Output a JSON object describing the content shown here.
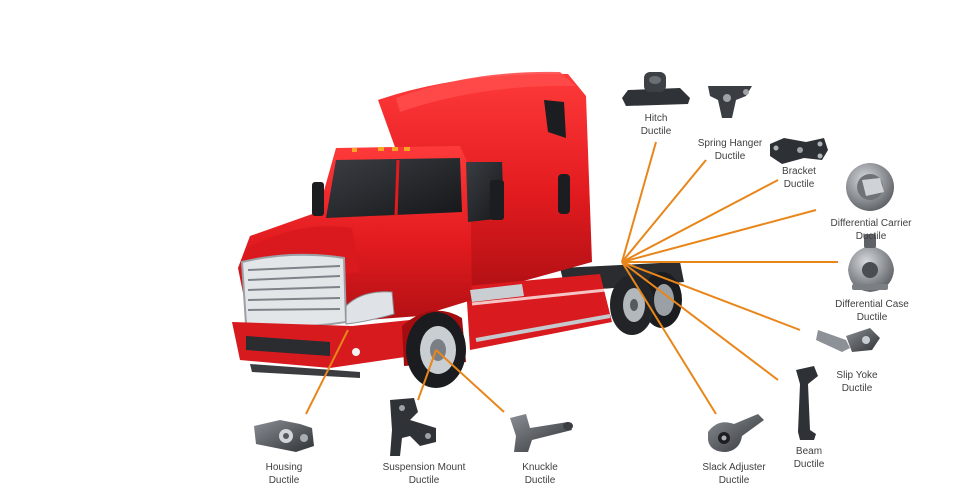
{
  "colors": {
    "truck": "#e21b1f",
    "truck_dark": "#a30d10",
    "leader": "#e8861a",
    "part": "#4a4d52",
    "chrome": "#c9ced3"
  },
  "parts": [
    {
      "id": "hitch",
      "name": "Hitch",
      "material": "Ductile",
      "icon": "hitch-part-icon"
    },
    {
      "id": "spring-hanger",
      "name": "Spring Hanger",
      "material": "Ductile",
      "icon": "spring-hanger-part-icon"
    },
    {
      "id": "bracket",
      "name": "Bracket",
      "material": "Ductile",
      "icon": "bracket-part-icon"
    },
    {
      "id": "differential-carrier",
      "name": "Differential Carrier",
      "material": "Ductile",
      "icon": "differential-carrier-part-icon"
    },
    {
      "id": "differential-case",
      "name": "Differential Case",
      "material": "Ductile",
      "icon": "differential-case-part-icon"
    },
    {
      "id": "slip-yoke",
      "name": "Slip Yoke",
      "material": "Ductile",
      "icon": "slip-yoke-part-icon"
    },
    {
      "id": "beam",
      "name": "Beam",
      "material": "Ductile",
      "icon": "beam-part-icon"
    },
    {
      "id": "slack-adjuster",
      "name": "Slack Adjuster",
      "material": "Ductile",
      "icon": "slack-adjuster-part-icon"
    },
    {
      "id": "knuckle",
      "name": "Knuckle",
      "material": "Ductile",
      "icon": "knuckle-part-icon"
    },
    {
      "id": "suspension-mount",
      "name": "Suspension Mount",
      "material": "Ductile",
      "icon": "suspension-mount-part-icon"
    },
    {
      "id": "housing",
      "name": "Housing",
      "material": "Ductile",
      "icon": "housing-part-icon"
    }
  ]
}
